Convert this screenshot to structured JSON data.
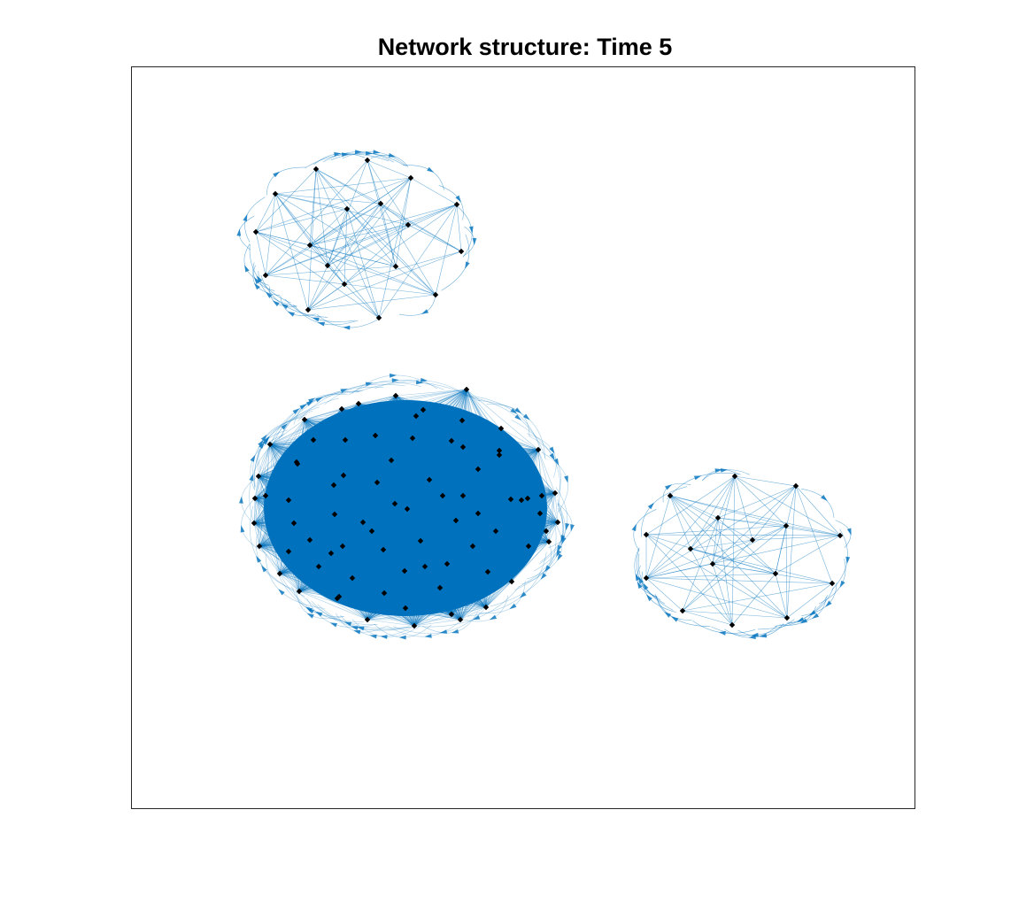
{
  "title": "Network structure: Time 5",
  "colors": {
    "edge": "#0072BD",
    "node": "#000000",
    "axes": "#262626",
    "background": "#ffffff"
  },
  "network": {
    "directed": true,
    "clusters": [
      {
        "id": "cluster-top-left",
        "node_count": 18,
        "density": "dense"
      },
      {
        "id": "cluster-large-center",
        "node_count": 80,
        "density": "very-dense"
      },
      {
        "id": "cluster-right",
        "node_count": 16,
        "density": "dense"
      }
    ]
  }
}
